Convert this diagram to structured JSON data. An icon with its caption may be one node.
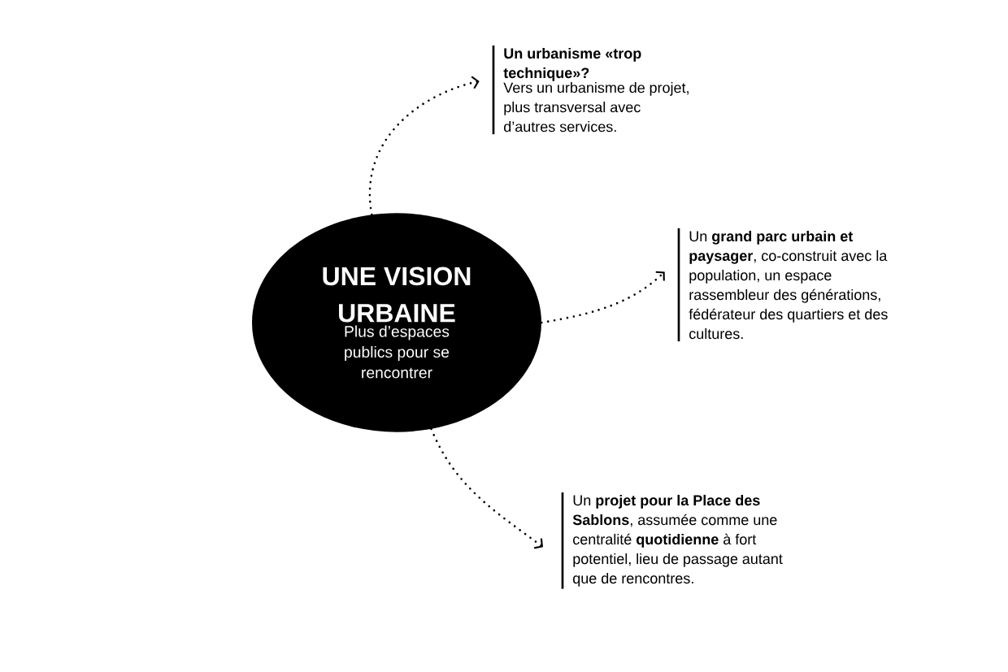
{
  "diagram": {
    "nodes": [
      {
        "text": [
          "UNE VISION URBAINE",
          "Plus d’espaces publics pour se rencontrer"
        ]
      },
      {
        "text": [
          "Un urbanisme «trop technique»?",
          "Vers un urbanisme de projet, plus transversal avec d’autres services."
        ]
      },
      {
        "text": [
          "Un **grand parc urbain et paysager**, co-construit avec la population, un espace rassembleur des générations, fédérateur des quartiers et des cultures."
        ]
      },
      {
        "text": [
          "Un **projet pour la Place des Sablons**, assumée comme une centralité **quotidienne** à fort potentiel, lieu de passage autant que de rencontres."
        ]
      }
    ],
    "edges": [
      {
        "from": 0,
        "to": 1,
        "arrow": "to"
      },
      {
        "from": 0,
        "to": 2,
        "arrow": "to"
      },
      {
        "from": 0,
        "to": 3,
        "arrow": "to"
      }
    ]
  }
}
